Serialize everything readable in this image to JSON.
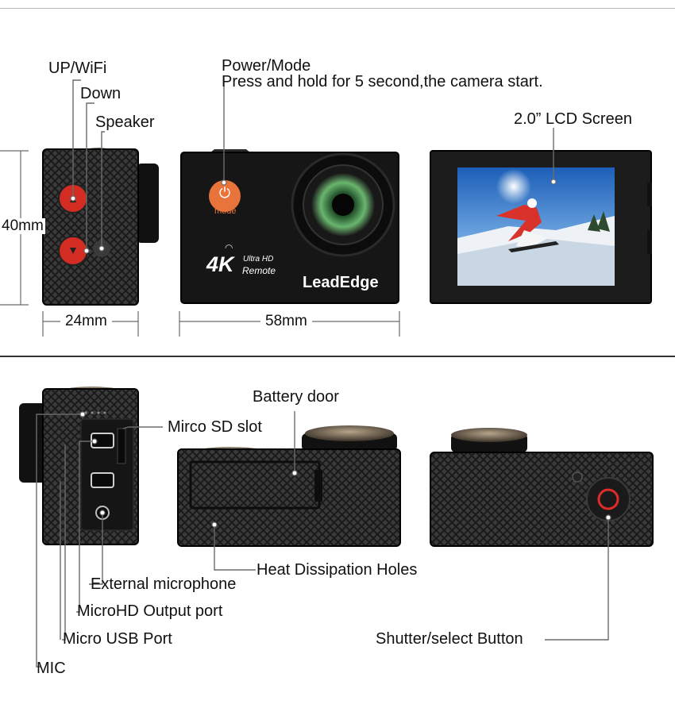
{
  "top": {
    "labels": {
      "up_wifi": "UP/WiFi",
      "down": "Down",
      "speaker": "Speaker",
      "power_mode": "Power/Mode",
      "power_hint": "Press and hold for 5 second,the camera start.",
      "lcd": "2.0” LCD Screen"
    },
    "dims": {
      "height": "40mm",
      "depth": "24mm",
      "width": "58mm"
    },
    "camera_front": {
      "mode_text": "mode",
      "badge_4k": "4K",
      "badge_ultra": "Ultra HD",
      "badge_remote": "Remote",
      "brand": "LeadEdge"
    }
  },
  "bottom": {
    "labels": {
      "battery_door": "Battery door",
      "sd_slot": "Mirco SD slot",
      "heat_holes": "Heat Dissipation Holes",
      "ext_mic": "External microphone",
      "hd_port": "MicroHD Output port",
      "usb_port": "Micro USB Port",
      "mic": "MIC",
      "shutter": "Shutter/select Button"
    }
  },
  "colors": {
    "body": "#1c1c1c",
    "accent_orange": "#e8743b",
    "button_red": "#d0281e",
    "lens_green": "#3d8f4a"
  }
}
